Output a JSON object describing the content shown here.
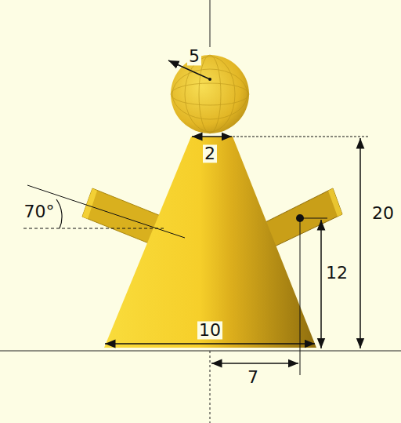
{
  "diagram": {
    "labels": [
      "5",
      "2",
      "70°",
      "20",
      "12",
      "10",
      "7"
    ]
  }
}
